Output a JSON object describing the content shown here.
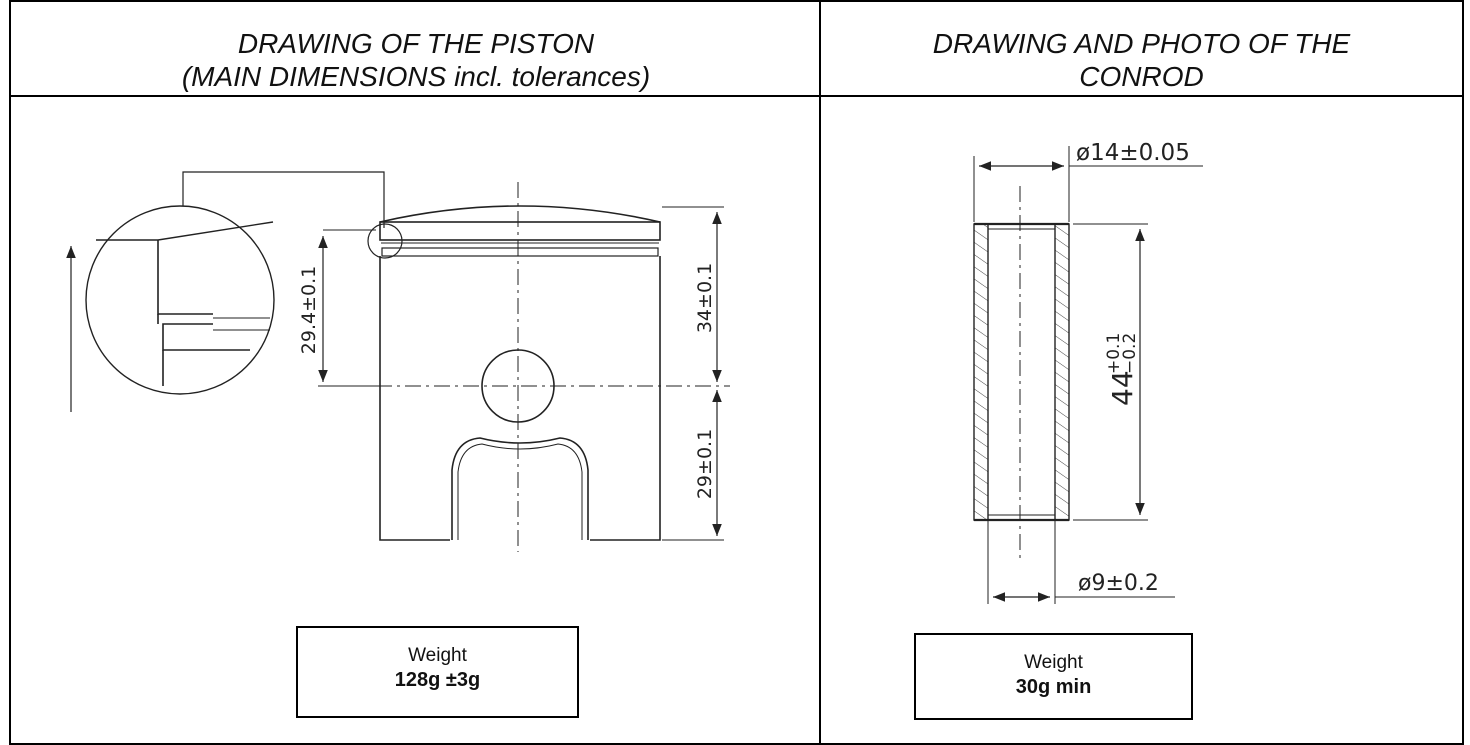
{
  "left_panel": {
    "title_line1": "DRAWING OF THE PISTON",
    "title_line2": "(MAIN DIMENSIONS incl. tolerances)",
    "dim_total_height": "34±0.1",
    "dim_pin_height": "29.4±0.1",
    "dim_lower_height": "29±0.1",
    "weight_label": "Weight",
    "weight_value": "128g ±3g"
  },
  "right_panel": {
    "title_line1": "DRAWING AND PHOTO OF THE",
    "title_line2": "CONROD",
    "dim_outer_diameter": "ø14±0.05",
    "dim_inner_diameter": "ø9±0.2",
    "dim_length_base": "44",
    "dim_length_upper_tol": "+0.1",
    "dim_length_lower_tol": "−0.2",
    "weight_label": "Weight",
    "weight_value": "30g min"
  }
}
